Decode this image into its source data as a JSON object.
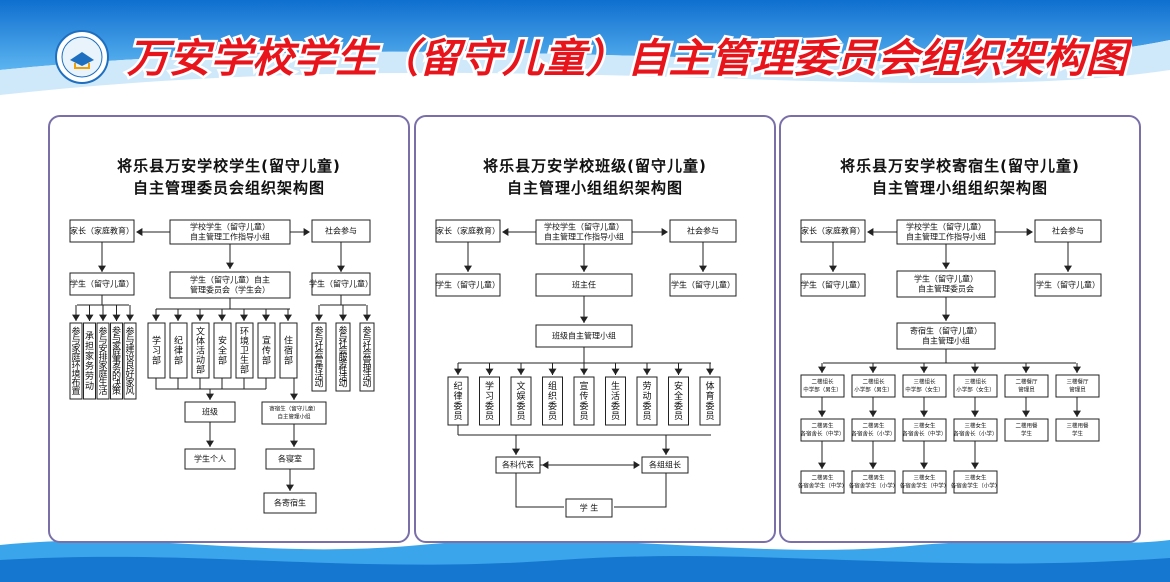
{
  "header": {
    "title": "万安学校学生（留守儿童）自主管理委员会组织架构图",
    "logo_icon": "school-seal-icon",
    "colors": {
      "title_red": "#e8141b",
      "banner_blue": "#1e8ee0",
      "panel_border": "#7a6fa8"
    }
  },
  "panels": [
    {
      "title_line1": "将乐县万安学校学生(留守儿童)",
      "title_line2": "自主管理委员会组织架构图",
      "boxes": {
        "parents": "家长（家庭教育）",
        "guide": [
          "学校学生（留守儿童）",
          "自主管理工作指导小组"
        ],
        "social": "社会参与",
        "student_left": "学生（留守儿童）",
        "committee": [
          "学生（留守儿童）自主",
          "管理委员会（学生会）"
        ],
        "student_right": "学生（留守儿童）",
        "family_items": [
          "参与家庭环境布置",
          "承担家务劳动",
          "参与安排家庭生活",
          "参与家庭事务的决策",
          "参与建设良好家风"
        ],
        "dept_items": [
          "学习部",
          "纪律部",
          "文体活动部",
          "安全部",
          "环境卫生部",
          "宣传部",
          "住宿部"
        ],
        "social_items": [
          "参与社会宣传活动",
          "参与社会服务性活动",
          "参与社会管理活动"
        ],
        "class": "班级",
        "dorm_group": [
          "寄宿生（留守儿童）",
          "自主管理小组"
        ],
        "individual": "学生个人",
        "dorm_room": "各寝室",
        "dorm_students": "各寄宿生"
      }
    },
    {
      "title_line1": "将乐县万安学校班级(留守儿童)",
      "title_line2": "自主管理小组组织架构图",
      "boxes": {
        "parents": "家长（家庭教育）",
        "guide": [
          "学校学生（留守儿童）",
          "自主管理工作指导小组"
        ],
        "social": "社会参与",
        "student_left": "学生（留守儿童）",
        "head_teacher": "班主任",
        "student_right": "学生（留守儿童）",
        "class_group": "班级自主管理小组",
        "members": [
          "纪律委员",
          "学习委员",
          "文娱委员",
          "组织委员",
          "宣传委员",
          "生活委员",
          "劳动委员",
          "安全委员",
          "体育委员"
        ],
        "subject_reps": "各科代表",
        "group_leaders": "各组组长",
        "students": "学 生"
      }
    },
    {
      "title_line1": "将乐县万安学校寄宿生(留守儿童)",
      "title_line2": "自主管理小组组织架构图",
      "boxes": {
        "parents": "家长（家庭教育）",
        "guide": [
          "学校学生（留守儿童）",
          "自主管理工作指导小组"
        ],
        "social": "社会参与",
        "student_left": "学生（留守儿童）",
        "committee": [
          "学生（留守儿童）",
          "自主管理委员会"
        ],
        "student_right": "学生（留守儿童）",
        "dorm_group": [
          "寄宿生（留守儿童）",
          "自主管理小组"
        ],
        "row1": [
          [
            "二楼组长",
            "中学部（男生）"
          ],
          [
            "二楼组长",
            "小学部（男生）"
          ],
          [
            "三楼组长",
            "中学部（女生）"
          ],
          [
            "三楼组长",
            "小学部（女生）"
          ],
          [
            "二楼餐厅",
            "管理员"
          ],
          [
            "三楼餐厅",
            "管理员"
          ]
        ],
        "row2": [
          [
            "二楼男生",
            "各宿舍长（中学）"
          ],
          [
            "二楼男生",
            "各宿舍长（小学）"
          ],
          [
            "三楼女生",
            "各宿舍长（中学）"
          ],
          [
            "三楼女生",
            "各宿舍长（小学）"
          ],
          [
            "二楼用餐",
            "学生"
          ],
          [
            "三楼用餐",
            "学生"
          ]
        ],
        "row3": [
          [
            "二楼男生",
            "各宿舍学生（中学）"
          ],
          [
            "二楼男生",
            "各宿舍学生（小学）"
          ],
          [
            "三楼女生",
            "各宿舍学生（中学）"
          ],
          [
            "三楼女生",
            "各宿舍学生（小学）"
          ]
        ]
      }
    }
  ]
}
